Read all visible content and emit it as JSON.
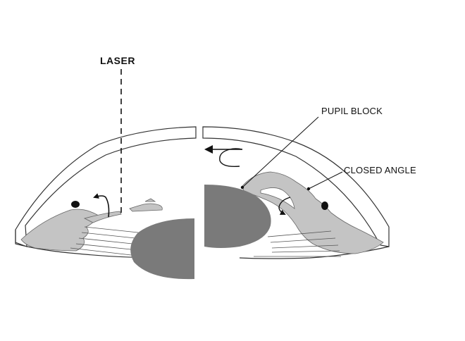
{
  "labels": {
    "laser": "LASER",
    "pupil_block": "PUPIL BLOCK",
    "closed_angle": "CLOSED ANGLE"
  },
  "colors": {
    "outline": "#333333",
    "lens": "#7a7a7a",
    "tissue": "#c4c4c4",
    "ink": "#111111",
    "background": "#ffffff"
  }
}
